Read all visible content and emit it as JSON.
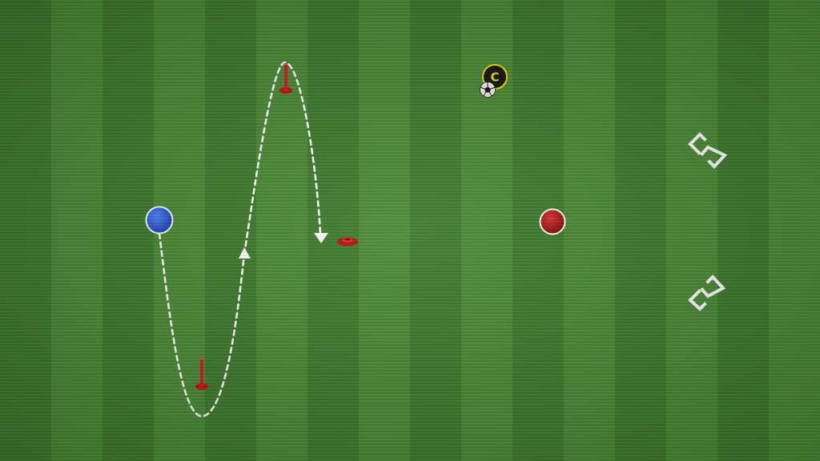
{
  "pitch": {
    "stripe_colors": [
      "#3d7a2b",
      "#4a8a34"
    ]
  },
  "players": [
    {
      "team": "blue",
      "color": "#1a56d6"
    },
    {
      "team": "red",
      "color": "#b01010"
    }
  ],
  "coach": {
    "label": "C",
    "color": "#f2e000",
    "ring_color": "#111111"
  },
  "cone_color": "#d41818",
  "path_color": "#ffffff",
  "markers_color": "#ffffff"
}
